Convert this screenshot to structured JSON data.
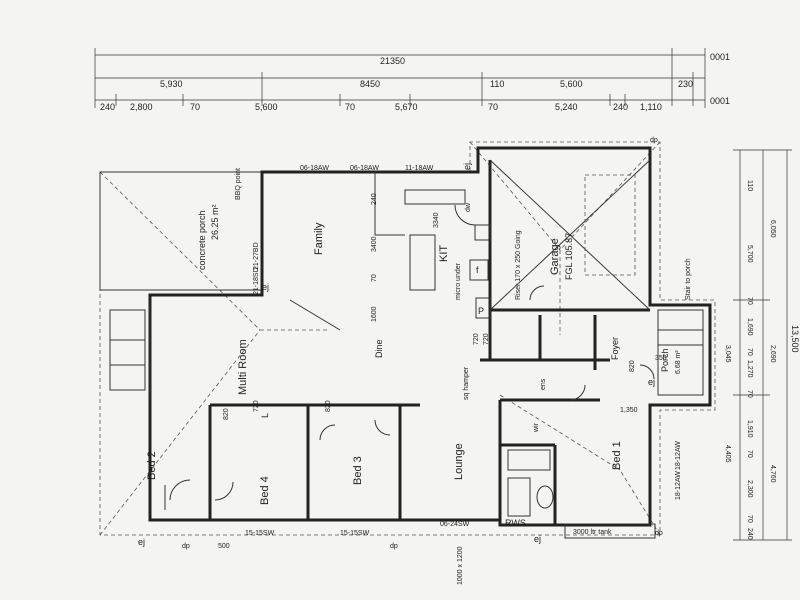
{
  "rooms": {
    "family": "Family",
    "kit": "KIT",
    "garage": "Garage",
    "garage_fgl": "FGL 105.87",
    "multi_room": "Multi Room",
    "bed1": "Bed 1",
    "bed2": "Bed 2",
    "bed3": "Bed 3",
    "bed4": "Bed 4",
    "lounge": "Lounge",
    "dine": "Dine",
    "porch": "Porch",
    "porch_area": "6.68 m²",
    "concrete_porch": "concrete porch",
    "concrete_porch_area": "26.25 m²",
    "foyer": "Foyer",
    "wir": "wir",
    "ens": "ens",
    "l": "L",
    "pantry_p": "P",
    "fridge_f": "f",
    "dw": "dw"
  },
  "labels": {
    "bbq_point": "BBQ point",
    "micro_under": "micro under",
    "riser": "Riser 170 x 250 Going",
    "stair_to_porch": "Stair to porch",
    "sq_hamper": "sq hamper",
    "tank": "3000 ltr tank",
    "rws": "RWS",
    "window_size": "1000 x 1200"
  },
  "dims_top": {
    "total": "21350",
    "row2": [
      "5,930",
      "8450",
      "110",
      "5,600",
      "230"
    ],
    "row3": [
      "240",
      "2,800",
      "70",
      "5,600",
      "70",
      "5,670",
      "70",
      "5,240",
      "240",
      "1,110"
    ],
    "end_marks": [
      "0001",
      "0001"
    ]
  },
  "dims_right": {
    "col_a": [
      "110",
      "5,700",
      "70",
      "1,690",
      "70",
      "1,270",
      "70",
      "1,910",
      "70",
      "2,300",
      "70",
      "240"
    ],
    "col_b": [
      "3,045",
      "4,405"
    ],
    "col_c": [
      "6,050",
      "2,690",
      "4,760"
    ],
    "total": "13,500"
  },
  "dims_interior": {
    "kit_depth": "3400",
    "kit_width": "3340",
    "dine": "1600",
    "garage_stair": "1,350",
    "door_720": "720",
    "door_820": "820",
    "window_15_15": "15-15SW",
    "window_06_18": "06-18AW",
    "window_11_18": "11-18AW",
    "window_18_12": "18-12AW",
    "window_21_27": "21-27BD",
    "window_06_24": "06-24SW",
    "window_21_18": "21-18SD",
    "num_240": "240",
    "num_500": "500",
    "num_70": "70",
    "num_350": "350"
  },
  "markers": {
    "ej": "ej",
    "dp": "dp"
  }
}
